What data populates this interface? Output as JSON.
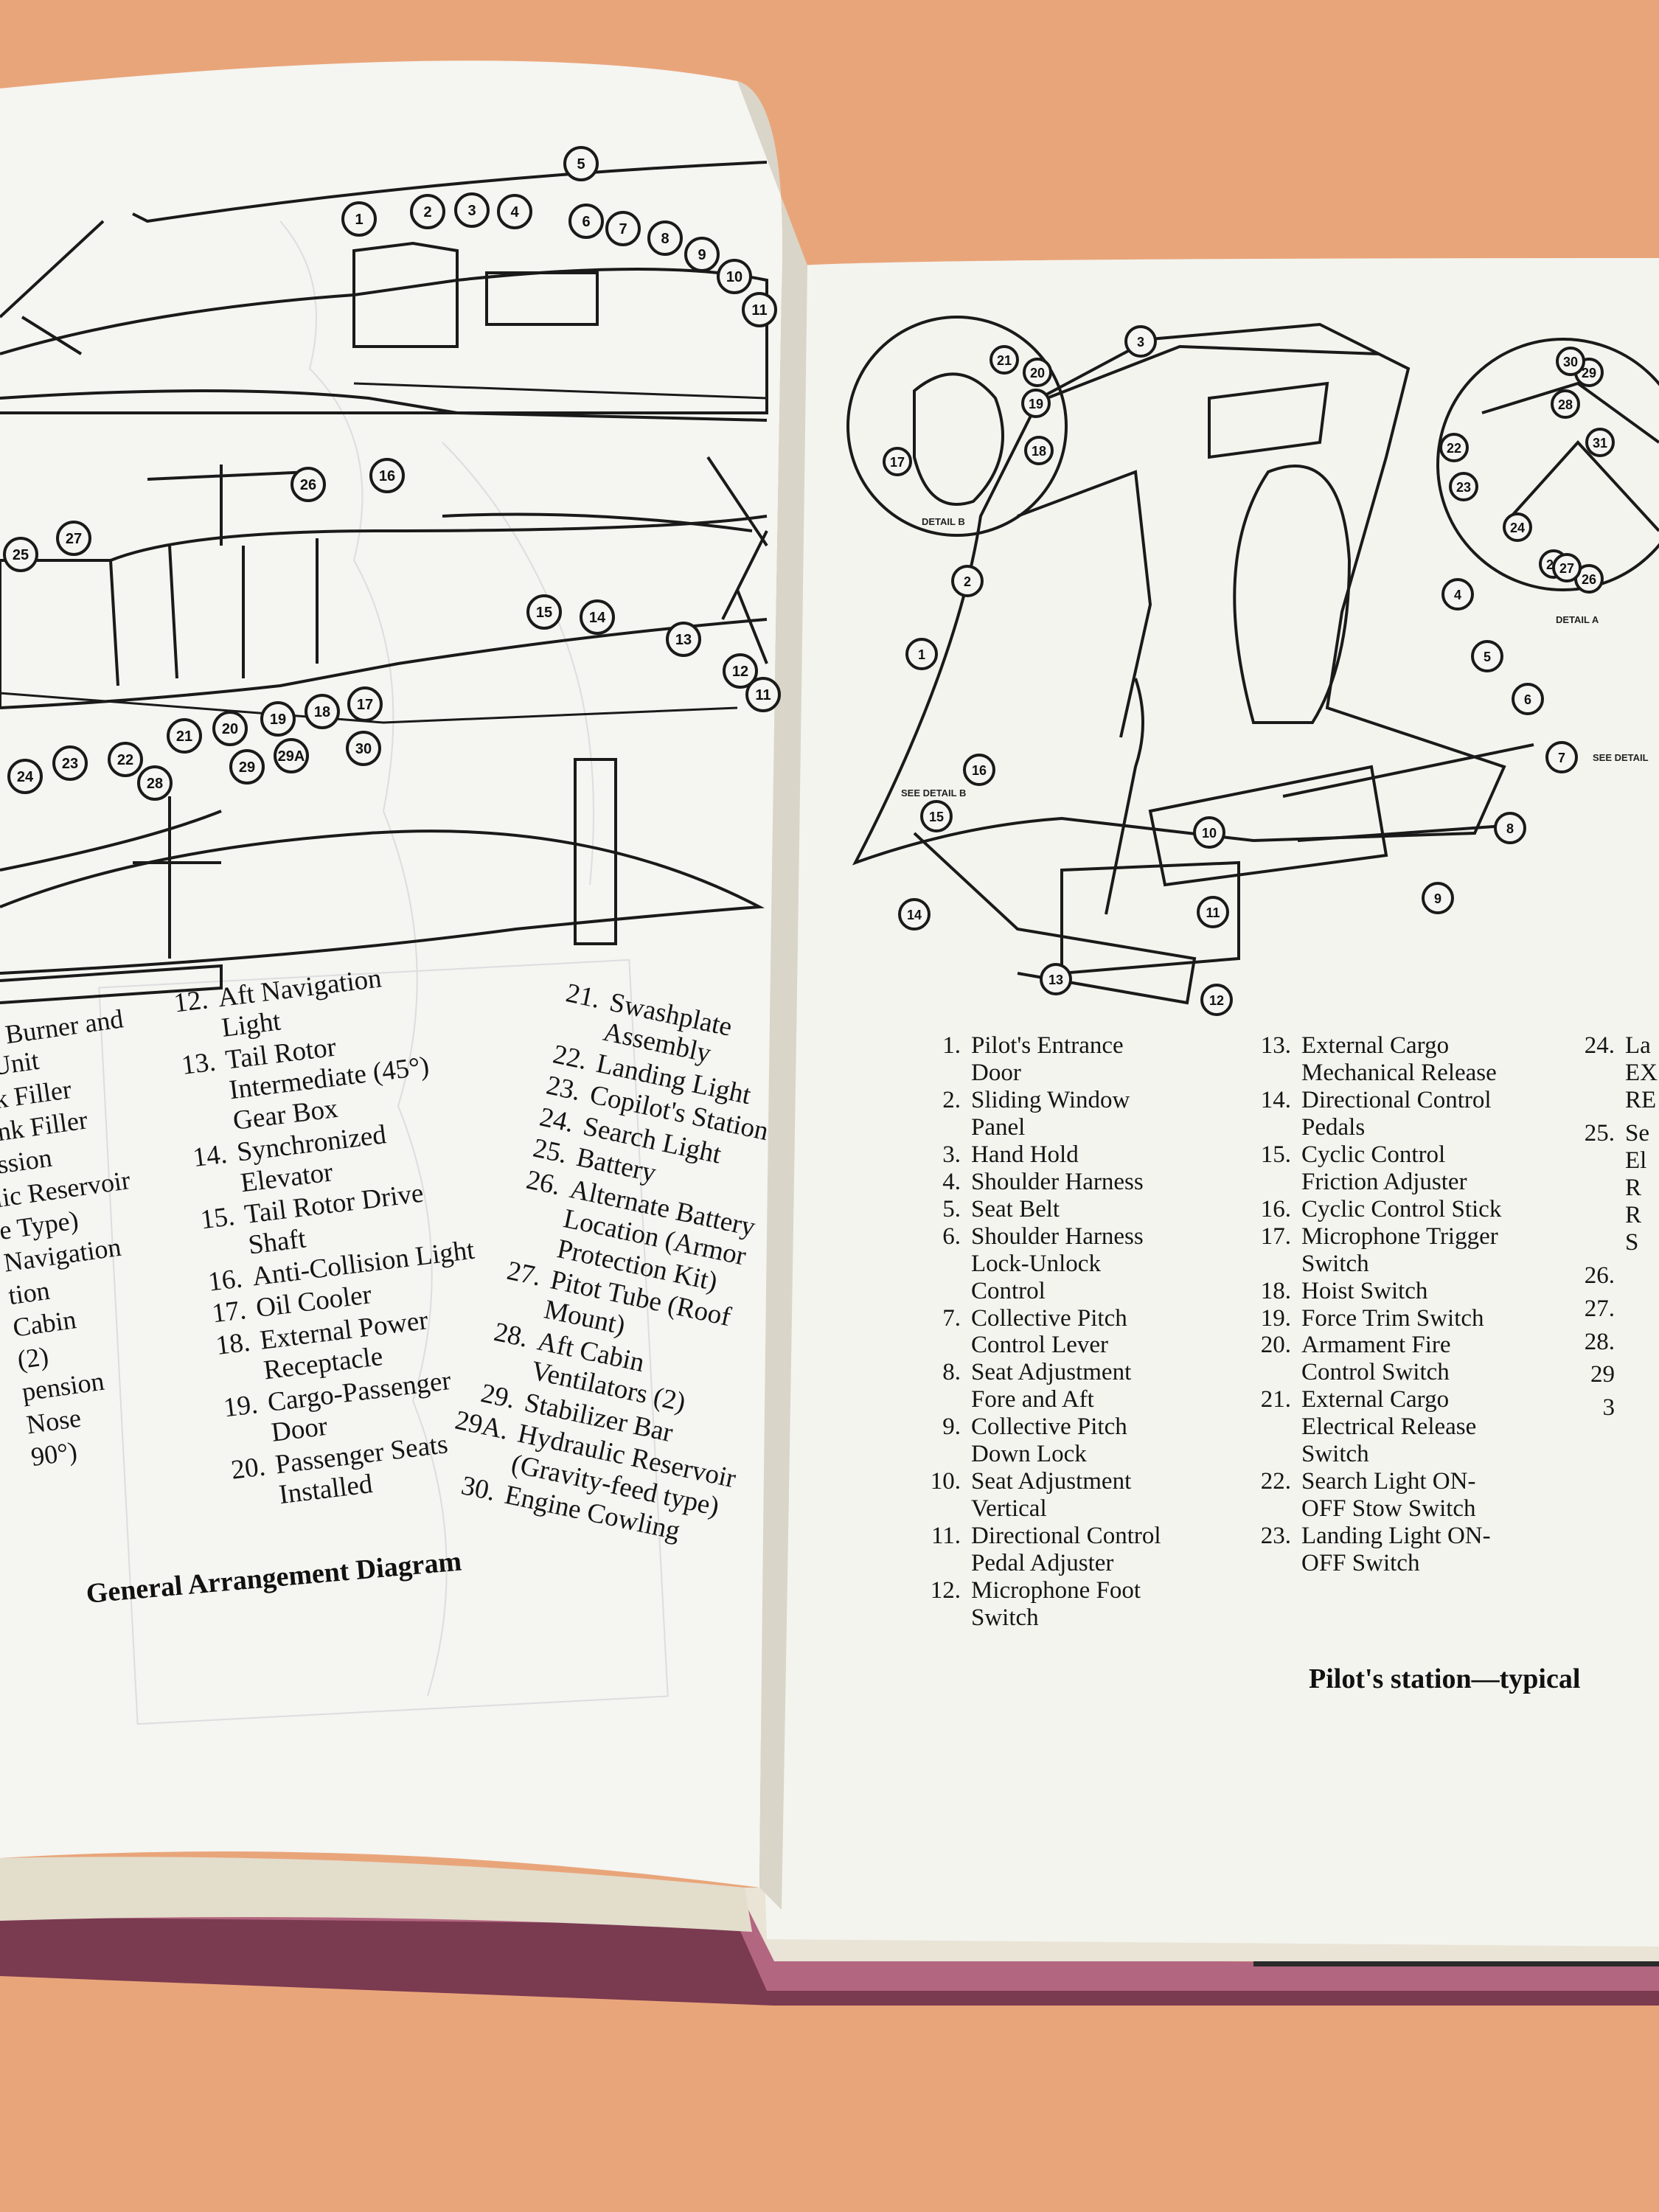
{
  "left_page": {
    "caption": "General Arrangement Diagram",
    "column1": [
      {
        "text": "ng Burner and\nr Unit"
      },
      {
        "text": "nk Filler"
      },
      {
        "text": "ank Filler"
      },
      {
        "text": "ission"
      },
      {
        "text": "lic Reservoir"
      },
      {
        "text": "e Type)"
      },
      {
        "text": " Navigation"
      },
      {
        "text": "tion"
      },
      {
        "text": "Cabin"
      },
      {
        "text": "(2)"
      },
      {
        "text": "pension"
      },
      {
        "text": "Nose"
      },
      {
        "text": "90°)"
      }
    ],
    "column2": [
      {
        "num": "12.",
        "text": "Aft Navigation\nLight"
      },
      {
        "num": "13.",
        "text": "Tail Rotor\nIntermediate (45°)\nGear Box"
      },
      {
        "num": "14.",
        "text": "Synchronized\nElevator"
      },
      {
        "num": "15.",
        "text": "Tail Rotor Drive\nShaft"
      },
      {
        "num": "16.",
        "text": "Anti-Collision Light"
      },
      {
        "num": "17.",
        "text": "Oil Cooler"
      },
      {
        "num": "18.",
        "text": "External Power\nReceptacle"
      },
      {
        "num": "19.",
        "text": "Cargo-Passenger\nDoor"
      },
      {
        "num": "20.",
        "text": "Passenger Seats\nInstalled"
      }
    ],
    "column3": [
      {
        "num": "21.",
        "text": "Swashplate\nAssembly"
      },
      {
        "num": "22.",
        "text": "Landing Light"
      },
      {
        "num": "23.",
        "text": "Copilot's Station"
      },
      {
        "num": "24.",
        "text": "Search Light"
      },
      {
        "num": "25.",
        "text": "Battery"
      },
      {
        "num": "26.",
        "text": "Alternate Battery\nLocation (Armor\nProtection Kit)"
      },
      {
        "num": "27.",
        "text": "Pitot Tube (Roof\nMount)"
      },
      {
        "num": "28.",
        "text": "Aft Cabin\nVentilators (2)"
      },
      {
        "num": "29.",
        "text": "Stabilizer Bar"
      },
      {
        "num": "29A.",
        "text": "Hydraulic Reservoir\n(Gravity-feed type)"
      },
      {
        "num": "30.",
        "text": "Engine Cowling"
      }
    ],
    "callouts_top": [
      "1",
      "2",
      "3",
      "4",
      "5",
      "6",
      "7",
      "8",
      "9",
      "10",
      "11"
    ],
    "callouts_mid": [
      "25",
      "27",
      "26",
      "16",
      "15",
      "14",
      "13",
      "12",
      "11",
      "24",
      "23",
      "22",
      "21",
      "20",
      "19",
      "18",
      "17"
    ],
    "callouts_bottom": [
      "28",
      "29",
      "29A",
      "30"
    ]
  },
  "right_page": {
    "caption": "Pilot's station—typical",
    "detail_labels": [
      "DETAIL B",
      "DETAIL A",
      "SEE DETAIL B",
      "SEE DETAIL"
    ],
    "column1": [
      {
        "num": "1.",
        "text": "Pilot's Entrance\nDoor"
      },
      {
        "num": "2.",
        "text": "Sliding Window\nPanel"
      },
      {
        "num": "3.",
        "text": "Hand Hold"
      },
      {
        "num": "4.",
        "text": "Shoulder Harness"
      },
      {
        "num": "5.",
        "text": "Seat Belt"
      },
      {
        "num": "6.",
        "text": "Shoulder Harness\nLock-Unlock\nControl"
      },
      {
        "num": "7.",
        "text": "Collective Pitch\nControl Lever"
      },
      {
        "num": "8.",
        "text": "Seat Adjustment\nFore and Aft"
      },
      {
        "num": "9.",
        "text": "Collective Pitch\nDown Lock"
      },
      {
        "num": "10.",
        "text": "Seat Adjustment\nVertical"
      },
      {
        "num": "11.",
        "text": "Directional Control\nPedal Adjuster"
      },
      {
        "num": "12.",
        "text": "Microphone Foot\nSwitch"
      }
    ],
    "column2": [
      {
        "num": "13.",
        "text": "External Cargo\nMechanical Release"
      },
      {
        "num": "14.",
        "text": "Directional Control\nPedals"
      },
      {
        "num": "15.",
        "text": "Cyclic Control\nFriction Adjuster"
      },
      {
        "num": "16.",
        "text": "Cyclic Control Stick"
      },
      {
        "num": "17.",
        "text": "Microphone Trigger\nSwitch"
      },
      {
        "num": "18.",
        "text": "Hoist Switch"
      },
      {
        "num": "19.",
        "text": "Force Trim Switch"
      },
      {
        "num": "20.",
        "text": "Armament Fire\nControl Switch"
      },
      {
        "num": "21.",
        "text": "External Cargo\nElectrical Release\nSwitch"
      },
      {
        "num": "22.",
        "text": "Search Light ON-\nOFF Stow Switch"
      },
      {
        "num": "23.",
        "text": "Landing Light ON-\nOFF Switch"
      }
    ],
    "column3": [
      {
        "num": "24.",
        "text": "La\nEX\nRE"
      },
      {
        "num": "25.",
        "text": "Se\nEl\nR\nR\nS"
      },
      {
        "num": "26.",
        "text": ""
      },
      {
        "num": "27.",
        "text": ""
      },
      {
        "num": "28.",
        "text": ""
      },
      {
        "num": "29",
        "text": ""
      },
      {
        "num": "3",
        "text": ""
      }
    ],
    "callouts": [
      "1",
      "2",
      "3",
      "4",
      "5",
      "6",
      "7",
      "8",
      "9",
      "10",
      "11",
      "12",
      "13",
      "14",
      "15",
      "16"
    ],
    "detail_b_callouts": [
      "17",
      "18",
      "19",
      "20",
      "21"
    ],
    "detail_a_callouts": [
      "22",
      "23",
      "24",
      "25",
      "26",
      "27",
      "28",
      "29",
      "30",
      "31"
    ]
  },
  "colors": {
    "background": "#e9a57a",
    "page": "#f4f4ef",
    "ink": "#151515",
    "cover": "#9a4a62"
  }
}
